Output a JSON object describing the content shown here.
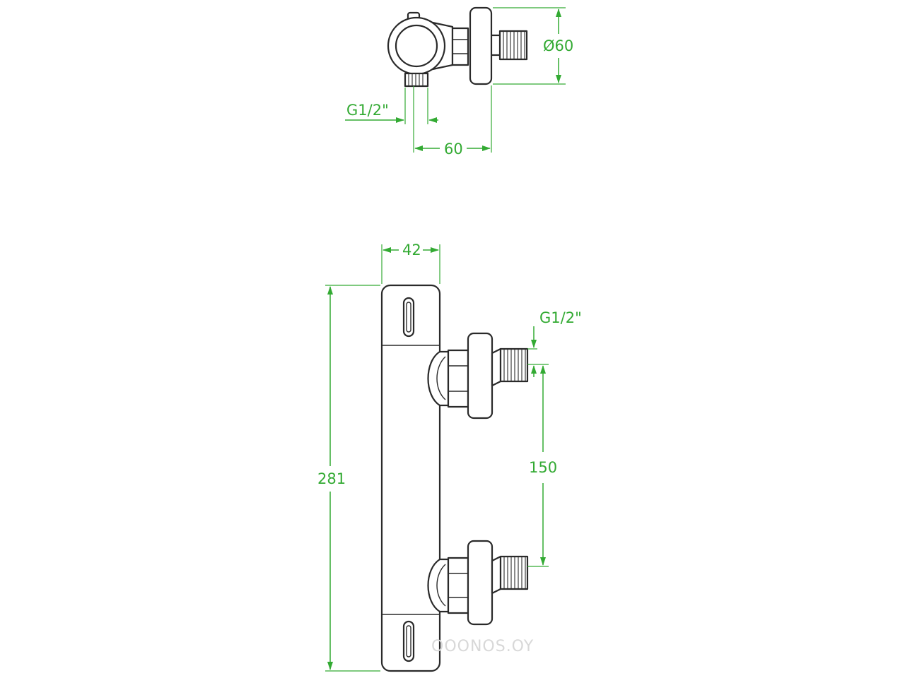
{
  "colors": {
    "dimension": "#33aa33",
    "outline": "#2a2a2a",
    "background": "#ffffff",
    "watermark": "#d8d8d8"
  },
  "top_view": {
    "thread_label": "G1/2\"",
    "diameter_label": "Ø60",
    "depth_label": "60"
  },
  "front_view": {
    "width_label": "42",
    "height_label": "281",
    "thread_label": "G1/2\"",
    "spacing_label": "150"
  },
  "watermark": {
    "text": "OOONOS.OY"
  }
}
